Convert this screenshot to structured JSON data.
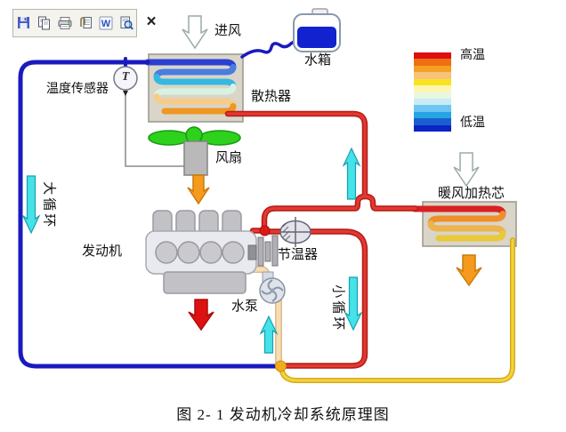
{
  "window": {
    "toolbar": {
      "icons": [
        {
          "name": "save"
        },
        {
          "name": "copy"
        },
        {
          "name": "print"
        },
        {
          "name": "attach"
        },
        {
          "name": "word"
        },
        {
          "name": "find-replace"
        }
      ],
      "word_glyph": "W",
      "close_glyph": "×"
    }
  },
  "labels": {
    "air_intake": "进风",
    "water_tank": "水箱",
    "radiator": "散热器",
    "temperature_sensor": "温度传感器",
    "sensor_symbol": "T",
    "fan": "风扇",
    "engine": "发动机",
    "thermostat": "节温器",
    "water_pump": "水泵",
    "big_loop": "大循环",
    "small_loop": "小循环",
    "heater_core": "暖风加热芯"
  },
  "legend": {
    "high_label": "高温",
    "low_label": "低温",
    "colors": [
      "#dc1010",
      "#ef6f10",
      "#f5a024",
      "#f7c27c",
      "#f9e21e",
      "#fdf6b0",
      "#e9f7e0",
      "#c9ecf6",
      "#6ec5ef",
      "#27a4e4",
      "#1a5fd0",
      "#0b23c4"
    ]
  },
  "caption": "图 2- 1 发动机冷却系统原理图",
  "components": {
    "radiator_rows": [
      "#2a3fd4",
      "#4a7de0",
      "#35b8e0",
      "#d8f2e2",
      "#f5cc8a",
      "#ef9722"
    ],
    "heater_rows": [
      "#da2020",
      "#ee8f2a",
      "#edb34c",
      "#e9c83a"
    ]
  },
  "colors": {
    "pipe_cold": "#1a1abe",
    "pipe_hot_edge": "#b71c1c",
    "pipe_hot_core": "#e23a2e",
    "pipe_return_edge": "#d4a817",
    "pipe_return_core": "#f3d33c",
    "pipe_pump_edge": "#e0ba8c",
    "pipe_pump_core": "#f6ddb4",
    "arrow_flow": "#45e2e8",
    "arrow_flow_edge": "#169fb4",
    "arrow_hot_air": "#f59a1d",
    "arrow_hot_air_edge": "#c97c08",
    "arrow_exhaust": "#dd1111",
    "fan_blade": "#2ed11c",
    "fan_blade_edge": "#1a9910",
    "tank_fluid": "#1322cf",
    "junction_dot": "#f0ad1c",
    "hot_dot": "#e01818"
  }
}
